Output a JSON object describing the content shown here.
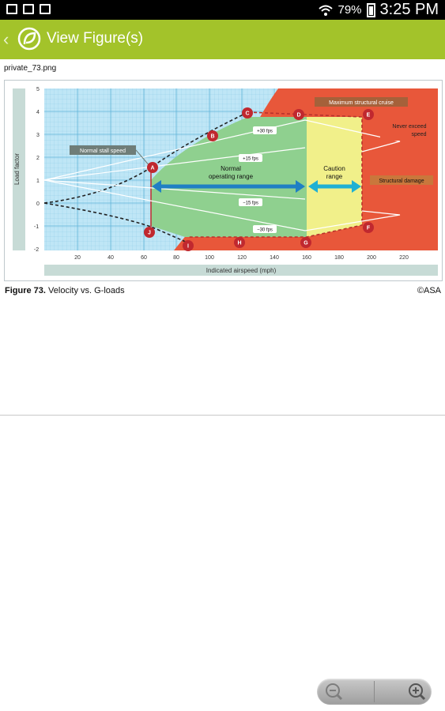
{
  "status_bar": {
    "battery_percent": "79%",
    "time": "3:25 PM"
  },
  "app_bar": {
    "back_icon": "chevron-left-icon",
    "logo_icon": "leaf-logo-icon",
    "title": "View Figure(s)",
    "color": "#a3c32a"
  },
  "file": {
    "name": "private_73.png"
  },
  "figure": {
    "y_axis_label": "Load factor",
    "x_axis_label": "Indicated airspeed (mph)",
    "y_ticks": [
      "5",
      "4",
      "3",
      "2",
      "1",
      "0",
      "-1",
      "-2"
    ],
    "x_ticks": [
      "20",
      "40",
      "60",
      "80",
      "100",
      "120",
      "140",
      "160",
      "180",
      "200",
      "220"
    ],
    "points": [
      "A",
      "B",
      "C",
      "D",
      "E",
      "F",
      "G",
      "H",
      "I",
      "J"
    ],
    "labels": {
      "normal_stall_speed": "Normal stall speed",
      "max_structural_cruise": "Maximum structural cruise",
      "never_exceed_1": "Never exceed",
      "never_exceed_2": "speed",
      "normal_range_1": "Normal",
      "normal_range_2": "operating range",
      "caution_range_1": "Caution",
      "caution_range_2": "range",
      "structural_damage": "Structural damage"
    },
    "gusts": [
      "+30 fps",
      "+15 fps",
      "−15 fps",
      "−30 fps"
    ],
    "colors": {
      "normal": "#8fd08f",
      "caution": "#f1f08a",
      "damage": "#e8573a",
      "grid_bg": "#bfe6f6",
      "point": "#c0282f"
    }
  },
  "caption": {
    "figure_number": "Figure 73.",
    "text": "Velocity vs. G-loads",
    "credit": "©ASA"
  },
  "zoom": {
    "out_icon": "zoom-out-icon",
    "in_icon": "zoom-in-icon"
  }
}
